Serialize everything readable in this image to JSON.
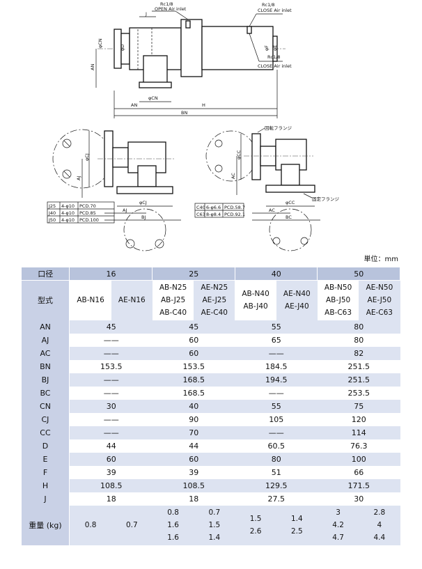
{
  "drawing": {
    "top_view": {
      "open_air_inlet_size": "Rc1/8",
      "open_air_inlet_label": "OPEN Air inlet",
      "close_air_inlet_size": "Rc1/8",
      "close_air_inlet_label": "CLOSE Air inlet",
      "dim_J": "J",
      "dim_CN": "φCN",
      "dim_D": "φD",
      "dim_F": "φF",
      "dim_E": "φE",
      "dim_AN_vertical": "AN",
      "dim_CN_bottom": "φCN",
      "dim_AN": "AN",
      "dim_H": "H",
      "dim_BN": "BN"
    },
    "left_view": {
      "dim_CJ_side": "φCJ",
      "dim_AJ_side": "AJ",
      "dim_CJ_bottom": "φCJ",
      "dim_AJ": "AJ",
      "dim_BJ": "BJ",
      "flange_table": [
        [
          "J25",
          "4-φ10",
          "PCD.70"
        ],
        [
          "J40",
          "4-φ10",
          "PCD.85"
        ],
        [
          "J50",
          "4-φ10",
          "PCD.100"
        ]
      ]
    },
    "right_view": {
      "rotating_flange": "回転フランジ",
      "fixed_flange": "固定フランジ",
      "dim_CC_side": "φCC",
      "dim_AC_side": "AC",
      "dim_CC_bottom": "φCC",
      "dim_AC": "AC",
      "dim_BC": "BC",
      "flange_table": [
        [
          "C40",
          "6-φ6.6",
          "PCD.58.7"
        ],
        [
          "C63",
          "8-φ8.4",
          "PCD.92.1"
        ]
      ]
    }
  },
  "unit_note": "単位：mm",
  "table": {
    "col_header": "口径",
    "sizes": [
      "16",
      "25",
      "40",
      "50"
    ],
    "model_label": "型式",
    "models": {
      "s16_ab": [
        "AB-N16"
      ],
      "s16_ae": [
        "AE-N16"
      ],
      "s25_ab": [
        "AB-N25",
        "AB-J25",
        "AB-C40"
      ],
      "s25_ae": [
        "AE-N25",
        "AE-J25",
        "AE-C40"
      ],
      "s40_ab": [
        "AB-N40",
        "AB-J40"
      ],
      "s40_ae": [
        "AE-N40",
        "AE-J40"
      ],
      "s50_ab": [
        "AB-N50",
        "AB-J50",
        "AB-C63"
      ],
      "s50_ae": [
        "AE-N50",
        "AE-J50",
        "AE-C63"
      ]
    },
    "rows": [
      {
        "label": "AN",
        "values": [
          "45",
          "45",
          "55",
          "80"
        ]
      },
      {
        "label": "AJ",
        "values": [
          "——",
          "60",
          "65",
          "80"
        ]
      },
      {
        "label": "AC",
        "values": [
          "——",
          "60",
          "——",
          "82"
        ]
      },
      {
        "label": "BN",
        "values": [
          "153.5",
          "153.5",
          "184.5",
          "251.5"
        ]
      },
      {
        "label": "BJ",
        "values": [
          "——",
          "168.5",
          "194.5",
          "251.5"
        ]
      },
      {
        "label": "BC",
        "values": [
          "——",
          "168.5",
          "——",
          "253.5"
        ]
      },
      {
        "label": "CN",
        "values": [
          "30",
          "40",
          "55",
          "75"
        ]
      },
      {
        "label": "CJ",
        "values": [
          "——",
          "90",
          "105",
          "120"
        ]
      },
      {
        "label": "CC",
        "values": [
          "——",
          "70",
          "——",
          "114"
        ]
      },
      {
        "label": "D",
        "values": [
          "44",
          "44",
          "60.5",
          "76.3"
        ]
      },
      {
        "label": "E",
        "values": [
          "60",
          "60",
          "80",
          "100"
        ]
      },
      {
        "label": "F",
        "values": [
          "39",
          "39",
          "51",
          "66"
        ]
      },
      {
        "label": "H",
        "values": [
          "108.5",
          "108.5",
          "129.5",
          "171.5"
        ]
      },
      {
        "label": "J",
        "values": [
          "18",
          "18",
          "27.5",
          "30"
        ]
      }
    ],
    "weight_label": "重量 (kg)",
    "weights": {
      "s16_ab": [
        "0.8"
      ],
      "s16_ae": [
        "0.7"
      ],
      "s25_ab": [
        "0.8",
        "1.6",
        "1.6"
      ],
      "s25_ae": [
        "0.7",
        "1.5",
        "1.4"
      ],
      "s40_ab": [
        "1.5",
        "2.6"
      ],
      "s40_ae": [
        "1.4",
        "2.5"
      ],
      "s50_ab": [
        "3",
        "4.2",
        "4.7"
      ],
      "s50_ae": [
        "2.8",
        "4",
        "4.4"
      ]
    }
  }
}
